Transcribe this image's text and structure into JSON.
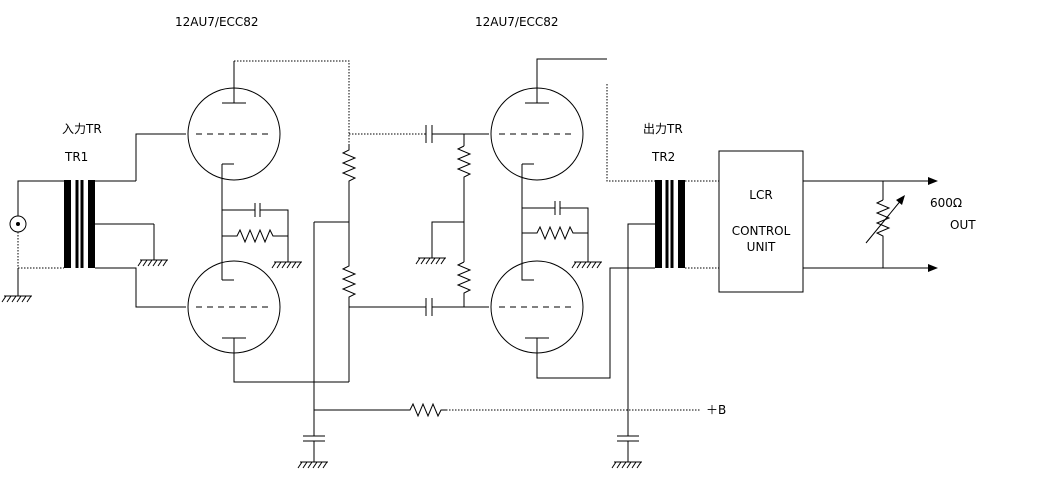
{
  "labels": {
    "tube1": "12AU7/ECC82",
    "tube2": "12AU7/ECC82",
    "input_tr": "入力TR",
    "tr1": "TR1",
    "output_tr": "出力TR",
    "tr2": "TR2",
    "lcr_line1": "LCR",
    "lcr_line2": "CONTROL",
    "lcr_line3": "UNIT",
    "impedance": "600Ω",
    "out": "OUT",
    "supply": "＋B"
  }
}
